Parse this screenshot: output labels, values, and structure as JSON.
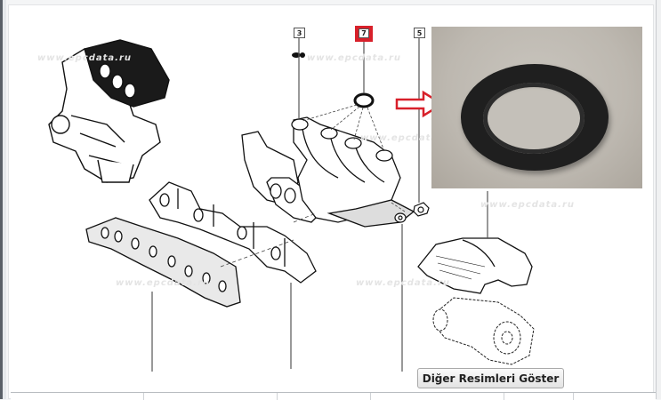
{
  "diagram": {
    "callouts": [
      {
        "number": "3",
        "active": false
      },
      {
        "number": "7",
        "active": true
      },
      {
        "number": "5",
        "active": false
      }
    ],
    "watermark_text": "www.epcdata.ru",
    "highlight_color": "#d8202a",
    "parts_depicted": [
      "engine-assembly",
      "intake-manifold",
      "manifold-gasket",
      "o-ring-seal",
      "washer",
      "nut",
      "exhaust-manifold",
      "heat-shield",
      "starter-motor"
    ]
  },
  "photo": {
    "subject": "black rubber o-ring seal"
  },
  "actions": {
    "show_more_images_label": "Diğer Resimleri Göster"
  },
  "table": {
    "columns": 6
  }
}
